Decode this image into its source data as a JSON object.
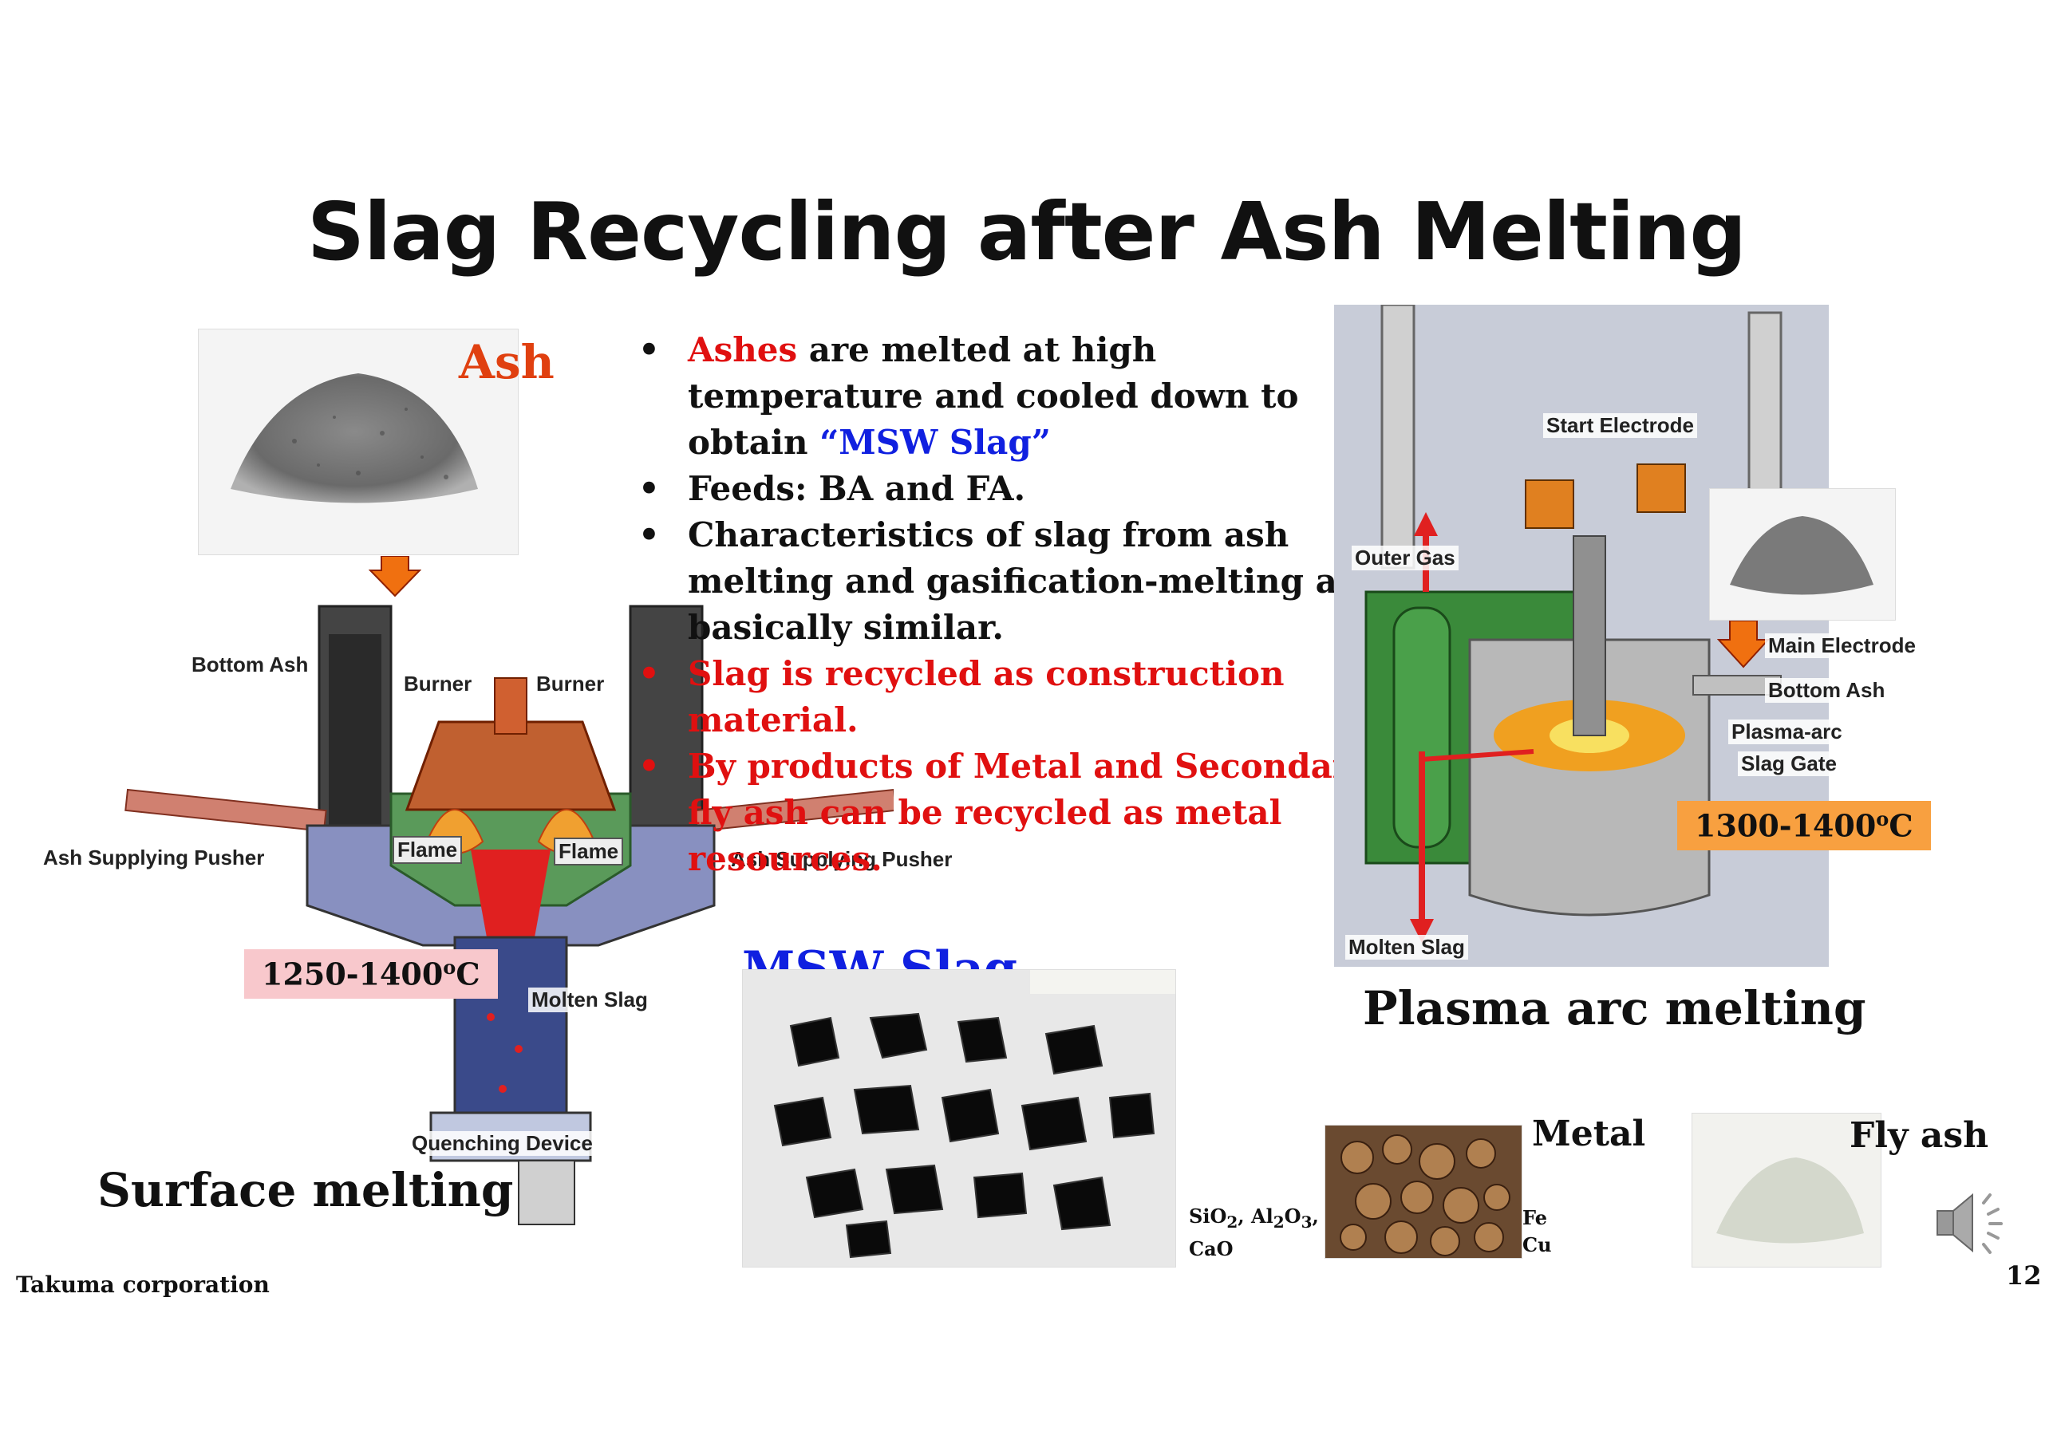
{
  "title": "Slag Recycling after Ash Melting",
  "ash_label": "Ash",
  "bullets": [
    {
      "segments": [
        {
          "text": "Ashes",
          "color": "red"
        },
        {
          "text": " are melted at high temperature and cooled down to obtain ",
          "color": "black"
        },
        {
          "text": "“MSW Slag”",
          "color": "blue"
        }
      ]
    },
    {
      "segments": [
        {
          "text": "Feeds: BA and FA.",
          "color": "black"
        }
      ]
    },
    {
      "segments": [
        {
          "text": "Characteristics of slag from ash melting and gasification-melting are basically similar.",
          "color": "black"
        }
      ]
    },
    {
      "segments": [
        {
          "text": "Slag is recycled as construction material.",
          "color": "red"
        }
      ]
    },
    {
      "segments": [
        {
          "text": "By products of Metal and Secondary fly ash can be recycled as metal resources.",
          "color": "red"
        }
      ]
    }
  ],
  "surface_diagram": {
    "labels": {
      "bottom_ash": "Bottom Ash",
      "burner_left": "Burner",
      "burner_right": "Burner",
      "pusher_left": "Ash Supplying Pusher",
      "pusher_right": "Ash Supplying Pusher",
      "flame_left": "Flame",
      "flame_right": "Flame",
      "molten_slag": "Molten Slag",
      "quenching": "Quenching Device"
    },
    "temperature": "1250-1400",
    "temperature_unit": "C",
    "caption": "Surface melting"
  },
  "plasma_diagram": {
    "labels": {
      "start_electrode": "Start Electrode",
      "outer_gas": "Outer Gas",
      "main_electrode": "Main Electrode",
      "bottom_ash": "Bottom Ash",
      "plasma_arc": "Plasma-arc",
      "slag_gate": "Slag Gate",
      "molten_slag": "Molten Slag"
    },
    "temperature": "1300-1400",
    "temperature_unit": "C",
    "caption": "Plasma arc melting"
  },
  "msw_slag_label": "MSW Slag",
  "slag_composition": {
    "line1_a": "SiO",
    "line1_b": "2",
    "line1_c": ", Al",
    "line1_d": "2",
    "line1_e": "O",
    "line1_f": "3",
    "line1_g": ",",
    "line2": "CaO"
  },
  "metal_label": "Metal",
  "metal_composition": {
    "line1": "Fe",
    "line2": "Cu"
  },
  "fly_ash_label": "Fly ash",
  "footer_left": "Takuma corporation",
  "page_number": "12",
  "colors": {
    "red": "#e01010",
    "blue": "#1020e0",
    "orange_arrow": "#f07010",
    "pink_box": "#f8c8cc",
    "orange_box": "#f8a040"
  }
}
